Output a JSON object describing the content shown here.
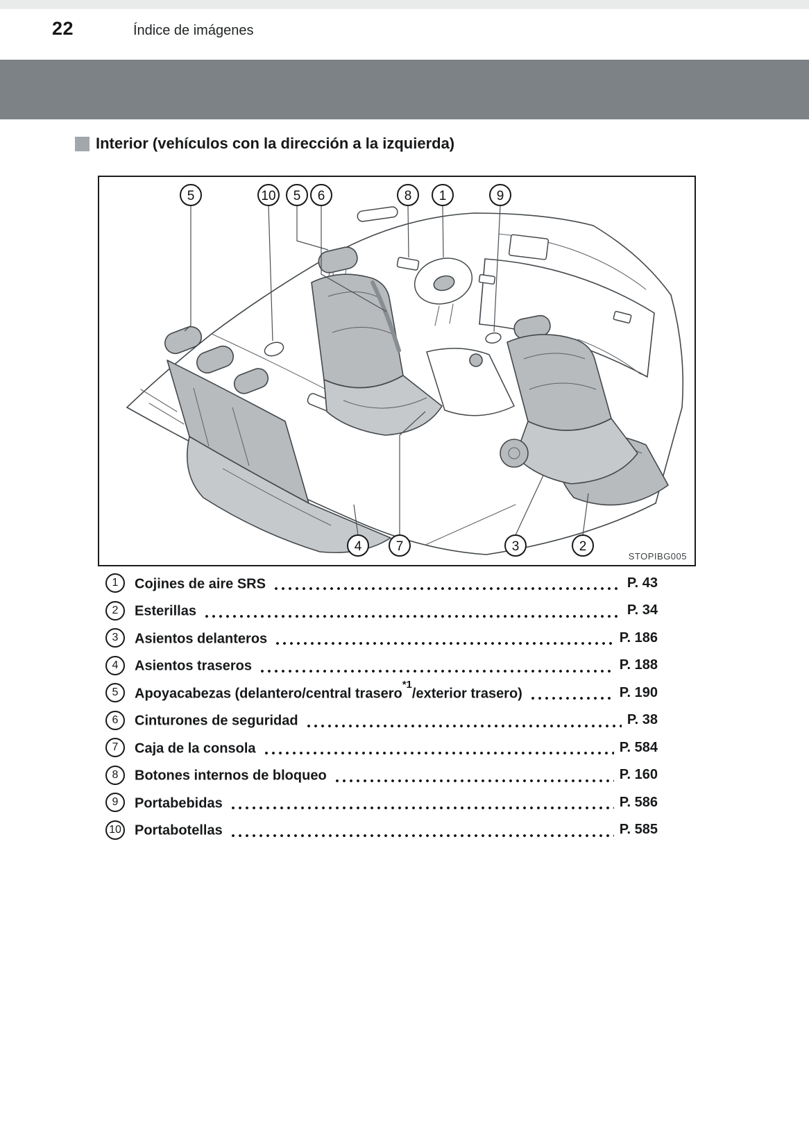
{
  "page": {
    "number": "22",
    "header_title": "Índice de imágenes"
  },
  "section": {
    "title": "Interior (vehículos con la dirección a la izquierda)"
  },
  "diagram": {
    "figure_code": "STOPIBG005",
    "callouts": [
      {
        "label": "5"
      },
      {
        "label": "10"
      },
      {
        "label": "5"
      },
      {
        "label": "6"
      },
      {
        "label": "8"
      },
      {
        "label": "1"
      },
      {
        "label": "9"
      },
      {
        "label": "4"
      },
      {
        "label": "7"
      },
      {
        "label": "3"
      },
      {
        "label": "2"
      }
    ]
  },
  "index": {
    "items": [
      {
        "num": "1",
        "label": "Cojines de aire SRS",
        "sup": "",
        "label_after": "",
        "page": "P. 43"
      },
      {
        "num": "2",
        "label": "Esterillas",
        "sup": "",
        "label_after": "",
        "page": "P. 34"
      },
      {
        "num": "3",
        "label": "Asientos delanteros",
        "sup": "",
        "label_after": "",
        "page": "P. 186"
      },
      {
        "num": "4",
        "label": "Asientos traseros",
        "sup": "",
        "label_after": "",
        "page": "P. 188"
      },
      {
        "num": "5",
        "label": "Apoyacabezas (delantero/central trasero",
        "sup": "*1",
        "label_after": "/exterior trasero)",
        "page": "P. 190"
      },
      {
        "num": "6",
        "label": "Cinturones de seguridad",
        "sup": "",
        "label_after": "",
        "page": "P. 38"
      },
      {
        "num": "7",
        "label": "Caja de la consola",
        "sup": "",
        "label_after": "",
        "page": "P. 584"
      },
      {
        "num": "8",
        "label": "Botones internos de bloqueo",
        "sup": "",
        "label_after": "",
        "page": "P. 160"
      },
      {
        "num": "9",
        "label": "Portabebidas",
        "sup": "",
        "label_after": "",
        "page": "P. 586"
      },
      {
        "num": "10",
        "label": "Portabotellas",
        "sup": "",
        "label_after": "",
        "page": "P. 585"
      }
    ]
  }
}
